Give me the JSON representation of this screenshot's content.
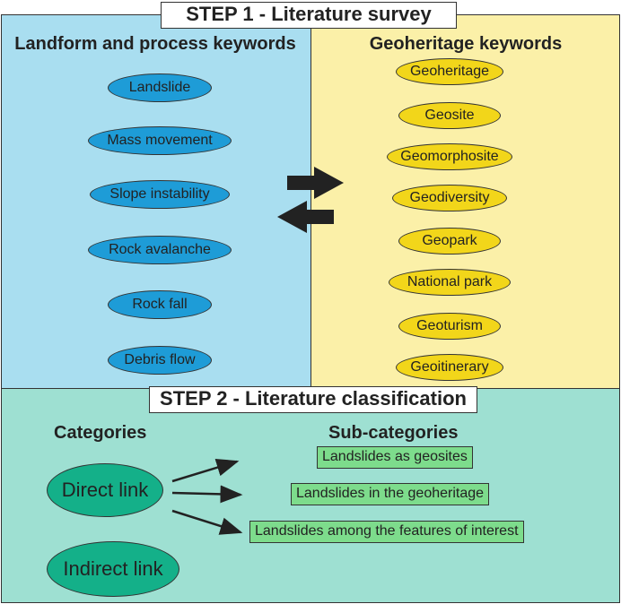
{
  "step1": {
    "title": "STEP 1 - Literature survey",
    "left_header": "Landform and process keywords",
    "right_header": "Geoheritage keywords",
    "landform_keywords": [
      "Landslide",
      "Mass movement",
      "Slope instability",
      "Rock avalanche",
      "Rock fall",
      "Debris flow"
    ],
    "geoheritage_keywords": [
      "Geoheritage",
      "Geosite",
      "Geomorphosite",
      "Geodiversity",
      "Geopark",
      "National park",
      "Geoturism",
      "Geoitinerary"
    ]
  },
  "step2": {
    "title": "STEP 2 - Literature classification",
    "categories_header": "Categories",
    "subcategories_header": "Sub-categories",
    "categories": [
      "Direct link",
      "Indirect link"
    ],
    "subcategories": [
      "Landslides as geosites",
      "Landslides in the geoheritage",
      "Landslides among the features of interest"
    ]
  },
  "colors": {
    "left_bg": "#a9def0",
    "right_bg": "#fbf0a8",
    "bottom_bg": "#9ee0d2",
    "blue_ellipse": "#1e9cd7",
    "yellow_ellipse": "#f2d61a",
    "green_ellipse": "#14b089",
    "subcat_box": "#7ddc8c"
  }
}
